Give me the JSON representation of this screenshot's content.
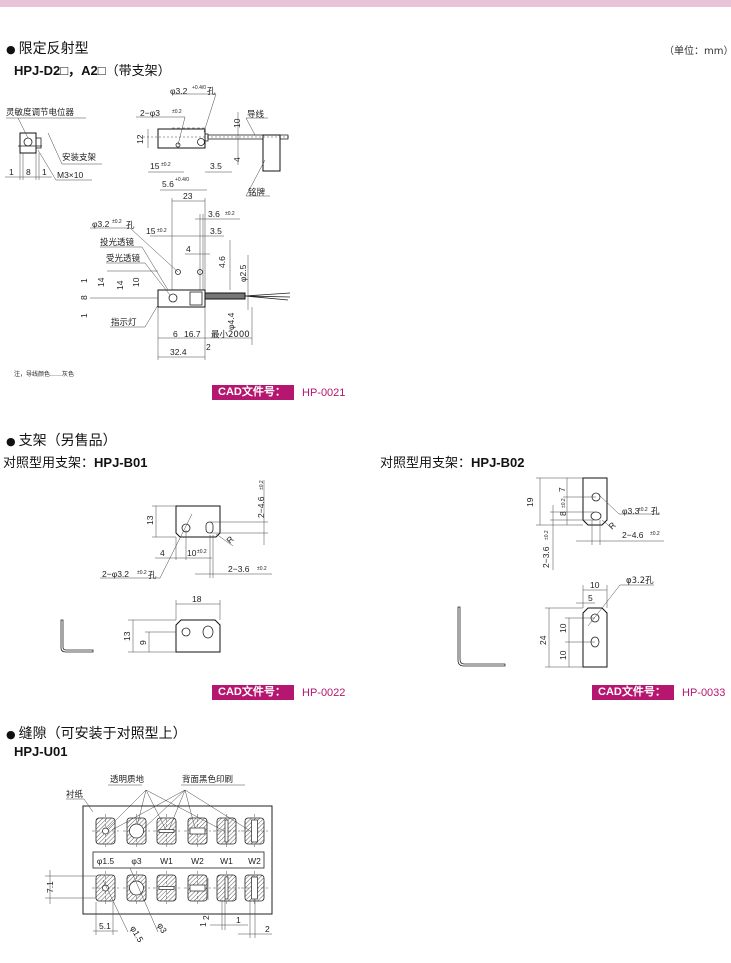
{
  "unit_label": "（单位：mm）",
  "colors": {
    "band": "#e9c3d6",
    "cad_accent": "#b5166f"
  },
  "section1": {
    "title": "限定反射型",
    "model": "HPJ-D2□，A2□",
    "model_suffix": "（带支架）",
    "labels": {
      "pot": "灵敏度调节电位器",
      "bracket": "安装支架",
      "screw": "M3×10",
      "hole": "φ3.2",
      "hole_tol": "+0.4/0",
      "hole_suffix": "孔",
      "two_holes": "2−φ3",
      "two_holes_tol": "±0.2",
      "wire": "导线",
      "nameplate": "铭牌",
      "emit_lens": "投光透镜",
      "recv_lens": "受光透镜",
      "indicator": "指示灯",
      "hole2": "φ3.2",
      "hole2_tol": "±0.2",
      "hole2_suffix": "孔",
      "note": "注，导线颜色……灰色"
    },
    "dims": {
      "d1a": "1",
      "d8": "8",
      "d1b": "1",
      "d10": "10",
      "d12": "12",
      "d4": "4",
      "d15": "15",
      "tol02": "±0.2",
      "d35": "3.5",
      "d56": "5.6",
      "d56tol": "+0.4/0",
      "d23": "23",
      "d36": "3.6",
      "d15b": "15",
      "d35b": "3.5",
      "d4b": "4",
      "d46": "4.6",
      "phi25": "φ2.5",
      "d14a": "14",
      "d14b": "14",
      "d10b": "10",
      "v1a": "1",
      "v8": "8",
      "v1b": "1",
      "phi44": "φ4.4",
      "d6": "6",
      "d167": "16.7",
      "dmin": "最小2000",
      "d2": "2",
      "d324": "32.4"
    },
    "cad_label": "CAD文件号：",
    "cad_code": "HP-0021"
  },
  "section2": {
    "title": "支架（另售品）",
    "b01": {
      "title": "对照型用支架：",
      "model": "HPJ-B01",
      "dims": {
        "d13": "13",
        "d46": "2−4.6",
        "tol": "±0.2",
        "d4": "4",
        "d10": "10",
        "r": "R",
        "d36": "2−3.6",
        "hole": "2−φ3.2",
        "hole_suffix": "孔",
        "d18": "18",
        "d13b": "13",
        "d9": "9"
      },
      "cad_label": "CAD文件号：",
      "cad_code": "HP-0022"
    },
    "b02": {
      "title": "对照型用支架：",
      "model": "HPJ-B02",
      "dims": {
        "d19": "19",
        "d7": "7",
        "d8": "8",
        "tol": "±0.2",
        "hole": "φ3.3",
        "hole_suffix": "孔",
        "r": "R",
        "d46": "2−4.6",
        "d36": "2−3.6",
        "d10": "10",
        "d5": "5",
        "hole2": "φ3.2孔",
        "d24": "24",
        "d10a": "10",
        "d10b": "10"
      },
      "cad_label": "CAD文件号：",
      "cad_code": "HP-0033"
    }
  },
  "section3": {
    "title": "缝隙（可安装于对照型上）",
    "model": "HPJ-U01",
    "labels": {
      "clear": "透明质地",
      "black": "背面黑色印刷",
      "backing": "衬纸"
    },
    "slits": [
      "φ1.5",
      "φ3",
      "W1",
      "W2",
      "W1",
      "W2"
    ],
    "dims": {
      "d71": "7.1",
      "d51": "5.1",
      "p15": "φ1.5",
      "p3": "φ3",
      "d1a": "1",
      "d2a": "2",
      "d1b": "1",
      "d2b": "2"
    }
  }
}
